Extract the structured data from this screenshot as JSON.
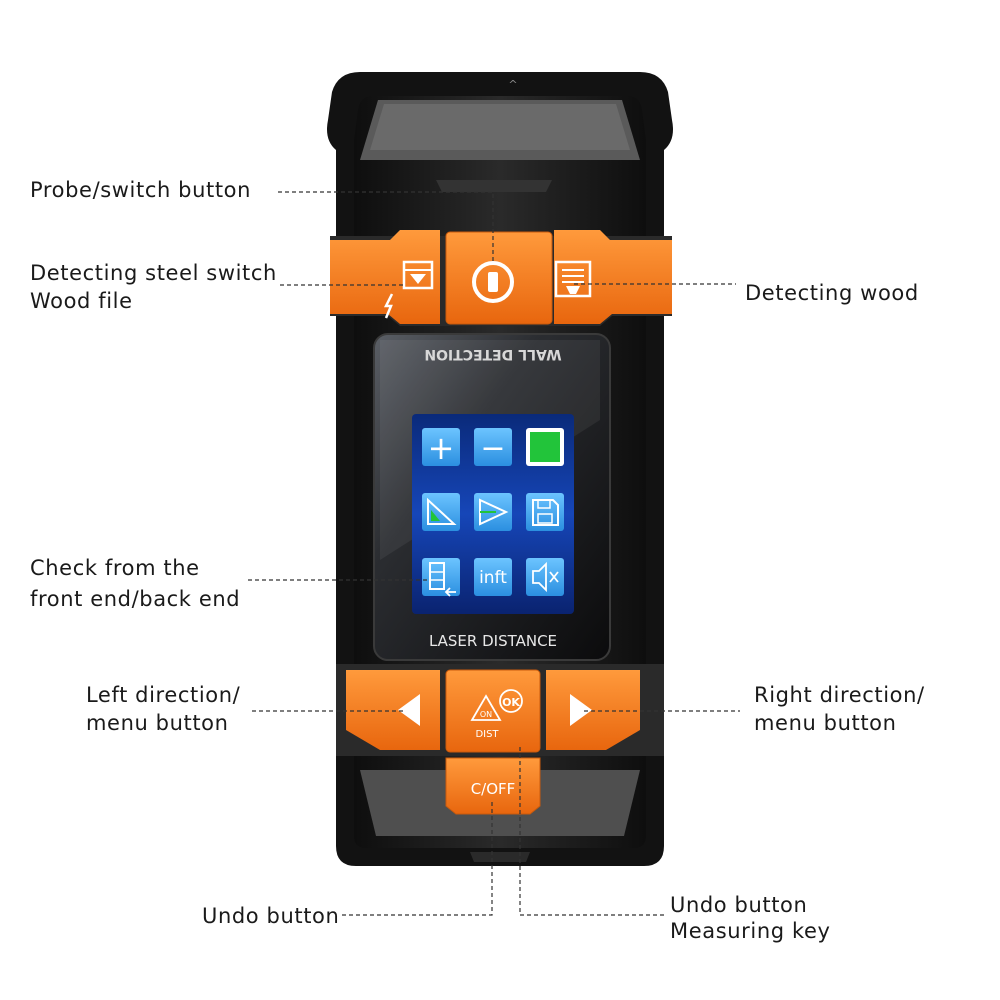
{
  "screen": {
    "header_text": "WALL DETECTION",
    "footer_text": "LASER DISTANCE",
    "icons": [
      {
        "name": "plus-icon",
        "text": "+"
      },
      {
        "name": "minus-icon",
        "text": "−"
      },
      {
        "name": "green-square-icon",
        "text": ""
      },
      {
        "name": "area-icon",
        "text": ""
      },
      {
        "name": "laser-angle-icon",
        "text": ""
      },
      {
        "name": "save-icon",
        "text": ""
      },
      {
        "name": "front-back-end-icon",
        "text": ""
      },
      {
        "name": "continuous-mode-icon",
        "text": "inft"
      },
      {
        "name": "mute-icon",
        "text": ""
      }
    ]
  },
  "buttons": {
    "ok_text": "OK",
    "on_text": "ON",
    "dist_text": "DIST",
    "c_off_text": "C/OFF"
  },
  "callouts": {
    "probe_switch": "Probe/switch button",
    "steel_switch_line1": "Detecting steel switch",
    "steel_switch_line2": "Wood file",
    "detecting_wood": "Detecting wood",
    "check_line1": "Check from the",
    "check_line2": "front end/back end",
    "left_line1": "Left direction/",
    "left_line2": "menu button",
    "right_line1": "Right direction/",
    "right_line2": "menu button",
    "undo_button": "Undo button",
    "undo_measure_line1": "Undo button",
    "undo_measure_line2": "Measuring key"
  },
  "colors": {
    "orange": "#f47a20",
    "body": "#1f1f1f",
    "screen_tile": "#3aa0e8",
    "green_tile": "#22c43a"
  }
}
